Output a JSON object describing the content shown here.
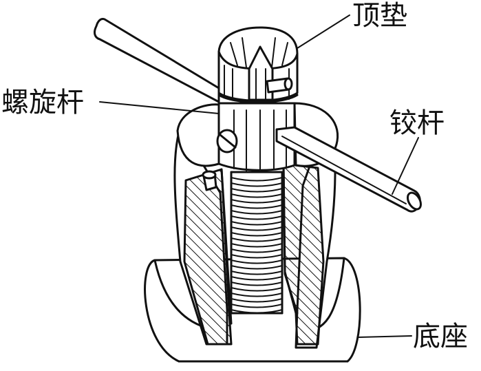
{
  "labels": {
    "top_pad": "顶垫",
    "screw_rod": "螺旋杆",
    "handle_bar": "铰杆",
    "base": "底座"
  },
  "colors": {
    "ink": "#111111",
    "paper": "#ffffff"
  }
}
